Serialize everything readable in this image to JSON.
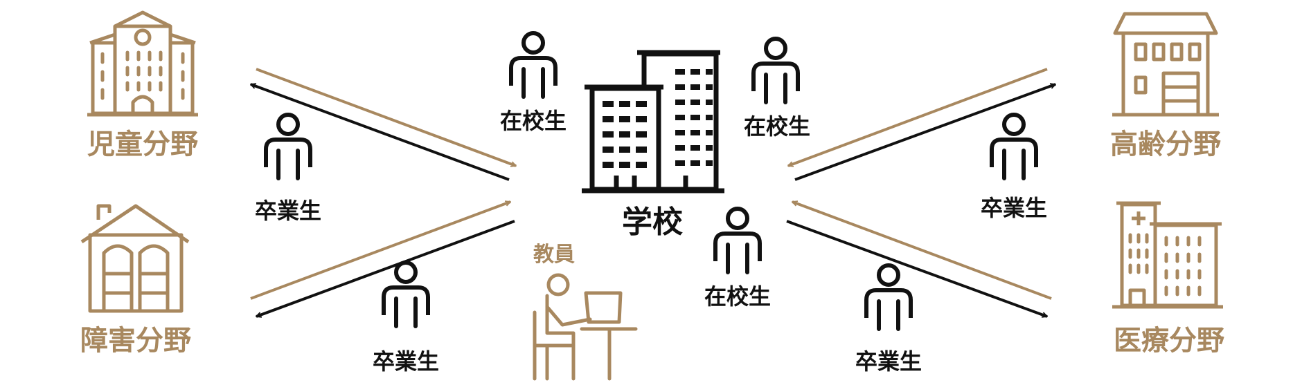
{
  "labels": {
    "school": "学校",
    "teacher": "教員",
    "student": "在校生",
    "graduate": "卒業生",
    "child": "児童分野",
    "disability": "障害分野",
    "elderly": "高齢分野",
    "medical": "医療分野"
  },
  "colors": {
    "brown": "#a8885f",
    "black": "#111111"
  },
  "icons": {
    "school": "school-buildings-icon",
    "person": "person-icon",
    "teacher": "teacher-at-desk-icon",
    "child": "school-building-icon",
    "disability": "house-icon",
    "elderly": "care-facility-icon",
    "medical": "hospital-icon"
  }
}
